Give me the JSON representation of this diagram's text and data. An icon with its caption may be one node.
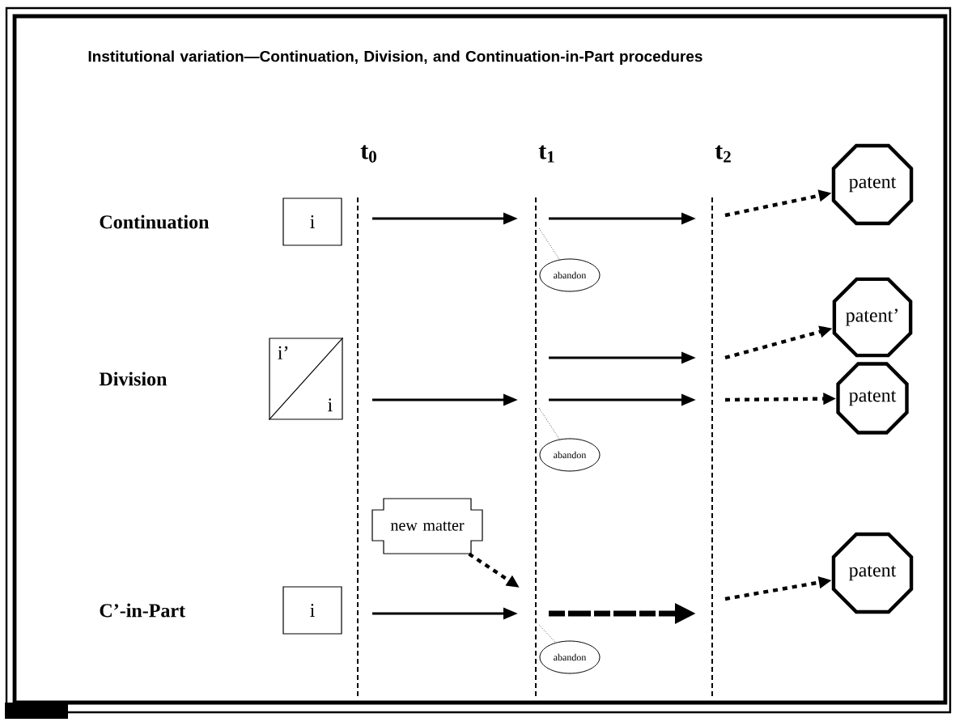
{
  "diagram": {
    "title": "Institutional variation—Continuation, Division, and Continuation-in-Part procedures",
    "nodes": [
      {
        "text": [
          "i"
        ]
      },
      {
        "text": [
          "patent"
        ]
      },
      {
        "text": [
          "abandon"
        ]
      },
      {
        "text": [
          "i’",
          "i"
        ]
      },
      {
        "text": [
          "patent’"
        ]
      },
      {
        "text": [
          "patent"
        ]
      },
      {
        "text": [
          "abandon"
        ]
      },
      {
        "text": [
          "new matter"
        ]
      },
      {
        "text": [
          "i"
        ]
      },
      {
        "text": [
          "patent"
        ]
      },
      {
        "text": [
          "abandon"
        ]
      }
    ],
    "edges": [
      {
        "from": null,
        "to": 1,
        "arrow": "to",
        "style": "dashed"
      },
      {
        "from": null,
        "to": 4,
        "arrow": "to",
        "style": "dashed"
      },
      {
        "from": null,
        "to": 5,
        "arrow": "to",
        "style": "dashed"
      },
      {
        "from": null,
        "to": 9,
        "arrow": "to",
        "style": "dashed"
      },
      {
        "from": 7,
        "to": null,
        "arrow": "to",
        "style": "dashed"
      },
      {
        "from": null,
        "to": 2,
        "arrow": "none"
      },
      {
        "from": null,
        "to": 6,
        "arrow": "none"
      },
      {
        "from": null,
        "to": 10,
        "arrow": "none"
      }
    ],
    "labels": [
      "t$_{0}$",
      "t$_{1}$",
      "t$_{2}$",
      "Continuation",
      "Division",
      "C’-in-Part"
    ]
  }
}
